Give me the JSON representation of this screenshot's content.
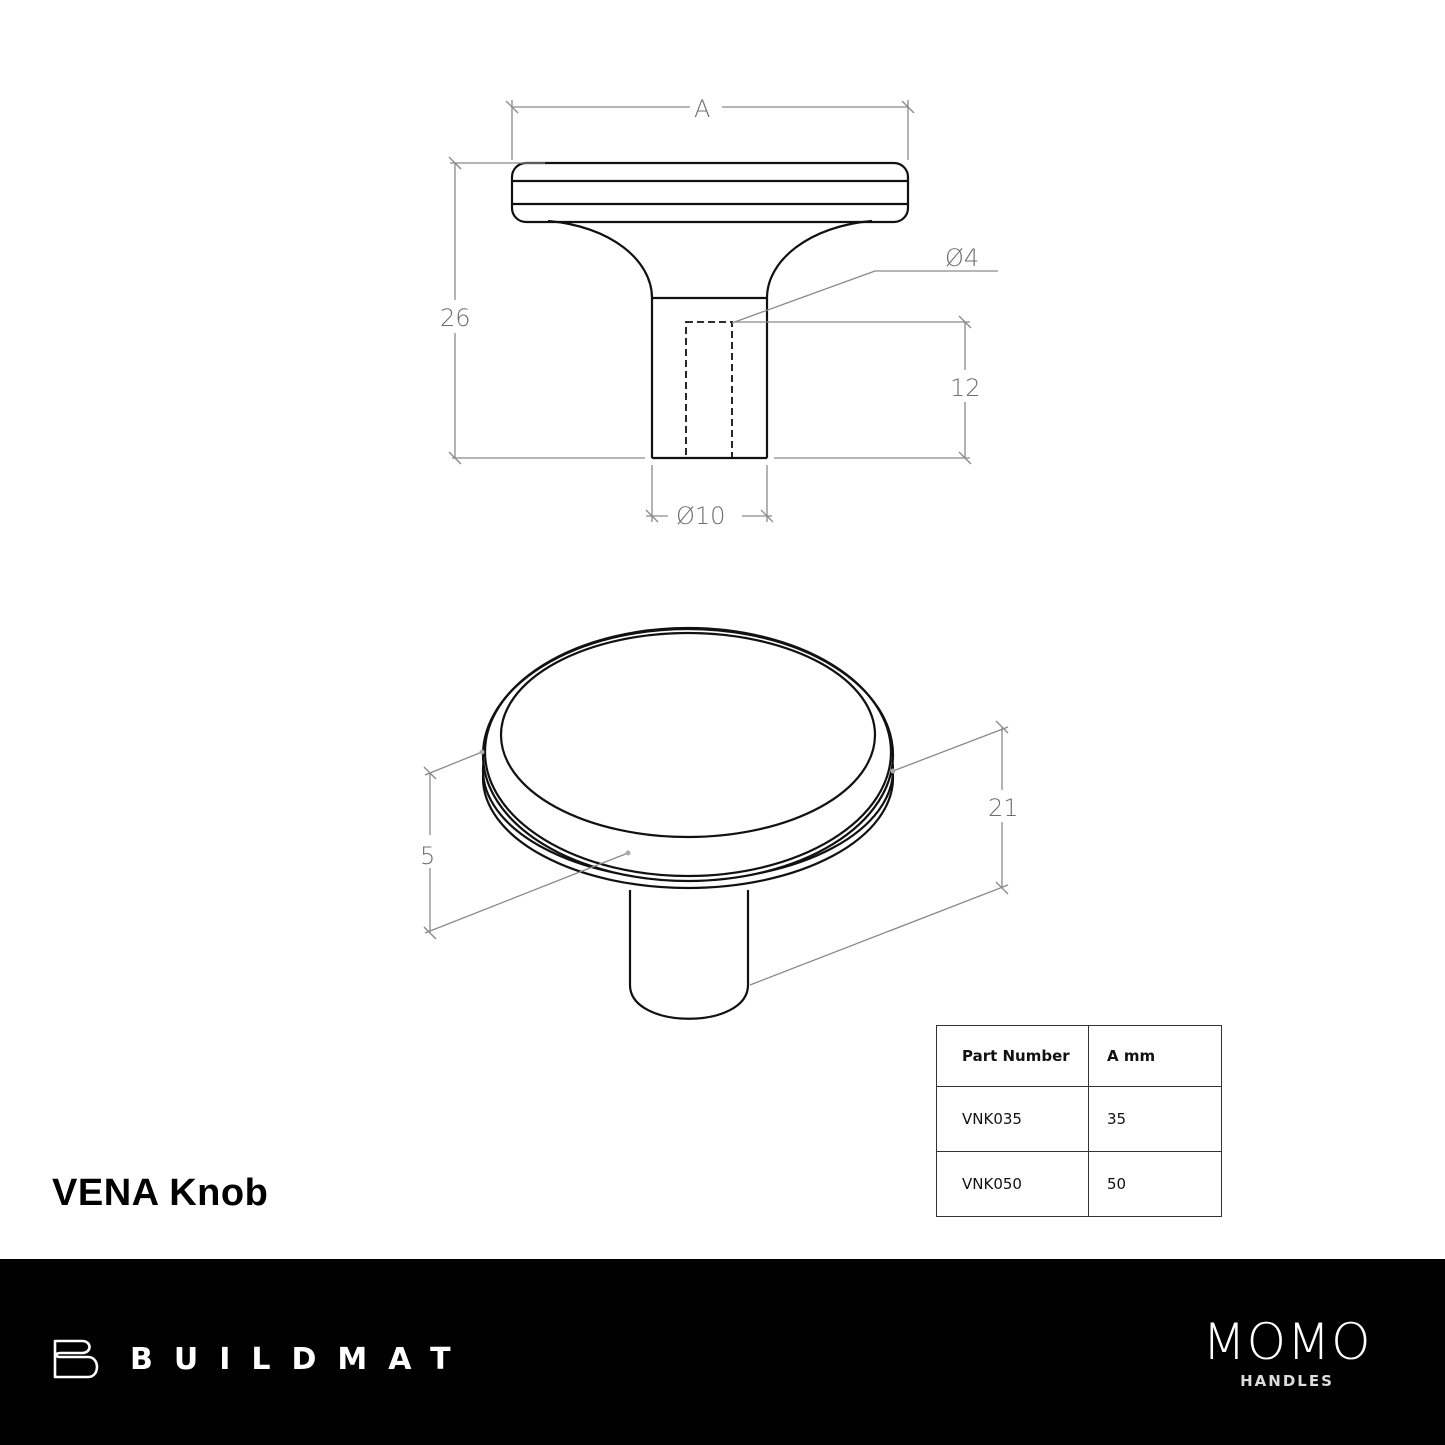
{
  "product": {
    "title": "VENA Knob"
  },
  "side_view": {
    "dimensions": {
      "width_label": "A",
      "height": "26",
      "hole_diameter": "Ø4",
      "hole_depth": "12",
      "shank_diameter": "Ø10"
    }
  },
  "iso_view": {
    "dimensions": {
      "rim_thickness": "5",
      "projection": "21"
    }
  },
  "spec_table": {
    "headers": [
      "Part Number",
      "A mm"
    ],
    "rows": [
      {
        "part_number": "VNK035",
        "a_mm": "35"
      },
      {
        "part_number": "VNK050",
        "a_mm": "50"
      }
    ]
  },
  "footer": {
    "brand_left": "BUILDMAT",
    "brand_right": "MOMO",
    "brand_right_sub": "HANDLES"
  },
  "colors": {
    "line": "#111111",
    "dimension": "#7a7a7a",
    "footer_bg": "#000000",
    "footer_text": "#ffffff"
  }
}
